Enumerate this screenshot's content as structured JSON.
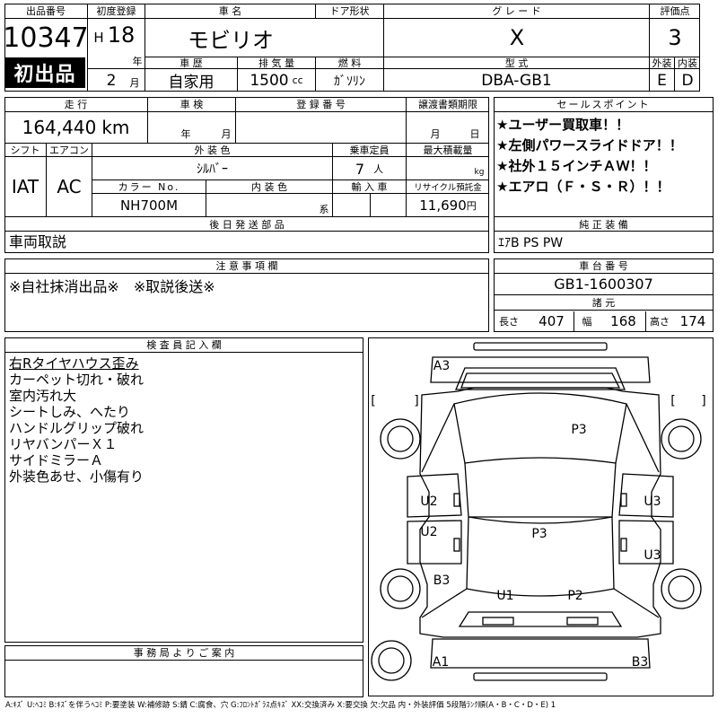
{
  "header": {
    "lot_no_label": "出品番号",
    "lot_no": "10347",
    "first_listing": "初出品",
    "first_reg_label": "初度登録",
    "era": "H",
    "year_value": "18",
    "year_unit": "年",
    "month_value": "2",
    "month_unit": "月",
    "car_name_label": "車 名",
    "car_name": "モビリオ",
    "door_label": "ドア形状",
    "grade_label": "グ レ ー ド",
    "grade": "X",
    "score_label": "評価点",
    "score": "3",
    "history_label": "車 歴",
    "history": "自家用",
    "displacement_label": "排 気 量",
    "displacement": "1500",
    "displacement_unit": "cc",
    "fuel_label": "燃 料",
    "fuel": "ｶﾞｿﾘﾝ",
    "model_label": "型 式",
    "model": "DBA-GB1",
    "exterior_label": "外装",
    "exterior_grade": "E",
    "interior_label": "内装",
    "interior_grade": "D"
  },
  "row2": {
    "mileage_label": "走 行",
    "mileage": "164,440",
    "mileage_unit": "km",
    "inspection_label": "車 検",
    "inspection_year_unit": "年",
    "inspection_month_unit": "月",
    "reg_no_label": "登 録 番 号",
    "transfer_label": "譲渡書類期限",
    "transfer_month_unit": "月",
    "transfer_day_unit": "日",
    "shift_label": "シフト",
    "shift": "IAT",
    "ac_label": "エアコン",
    "ac": "AC",
    "color_label": "外 装 色",
    "color": "ｼﾙﾊﾞｰ",
    "capacity_label": "乗車定員",
    "capacity": "7",
    "capacity_unit": "人",
    "load_label": "最大積載量",
    "load_unit": "kg",
    "color_no_label": "カラー No.",
    "color_no": "NH700M",
    "interior_color_label": "内 装 色",
    "interior_color_unit": "系",
    "import_label": "輸 入 車",
    "recycle_label": "リサイクル預託金",
    "recycle": "11,690",
    "recycle_unit": "円",
    "later_parts_label": "後 日 発 送 部 品",
    "later_parts": "車両取説"
  },
  "selling_points": {
    "label": "セールスポイント",
    "items": [
      "★ユーザー買取車！！",
      "★左側パワースライドドア！！",
      "★社外１５インチＡＷ！！",
      "★エアロ（Ｆ・Ｓ・Ｒ）！！"
    ]
  },
  "equipment": {
    "label": "純 正 装 備",
    "value": "ｴｱB PS PW"
  },
  "notes": {
    "label": "注 意 事 項 欄",
    "value": "※自社抹消出品※　※取説後送※"
  },
  "chassis": {
    "label": "車 台 番 号",
    "value": "GB1-1600307"
  },
  "dimensions": {
    "label": "諸 元",
    "length_label": "長さ",
    "length": "407",
    "width_label": "幅",
    "width": "168",
    "height_label": "高さ",
    "height": "174"
  },
  "inspector": {
    "label": "検 査 員 記 入 欄",
    "lines": [
      "右Rタイヤハウス歪み",
      "カーペット切れ・破れ",
      "室内汚れ大",
      "シートしみ、へたり",
      "ハンドルグリップ破れ",
      "リヤバンパーＸ１",
      "サイドミラーＡ",
      "外装色あせ、小傷有り"
    ]
  },
  "office": {
    "label": "事 務 局 よ り ご 案 内"
  },
  "diagram": {
    "marks": [
      "A3",
      "P3",
      "U2",
      "U3",
      "U2",
      "P3",
      "U3",
      "B3",
      "U1",
      "P2",
      "A1",
      "B3"
    ],
    "brackets": [
      "[",
      "]",
      "[",
      "]"
    ]
  },
  "legend": "A:ｷｽﾞ U:ﾍｺﾐ B:ｷｽﾞを伴うﾍｺﾐ P:要塗装 W:補修跡 S:錆 C:腐食、穴 G:ﾌﾛﾝﾄｶﾞﾗｽ点ｷｽﾞ XX:交換済み X:要交換 欠:欠品 内・外装評価 5段階ﾗﾝｸ順(A・B・C・D・E) 1"
}
